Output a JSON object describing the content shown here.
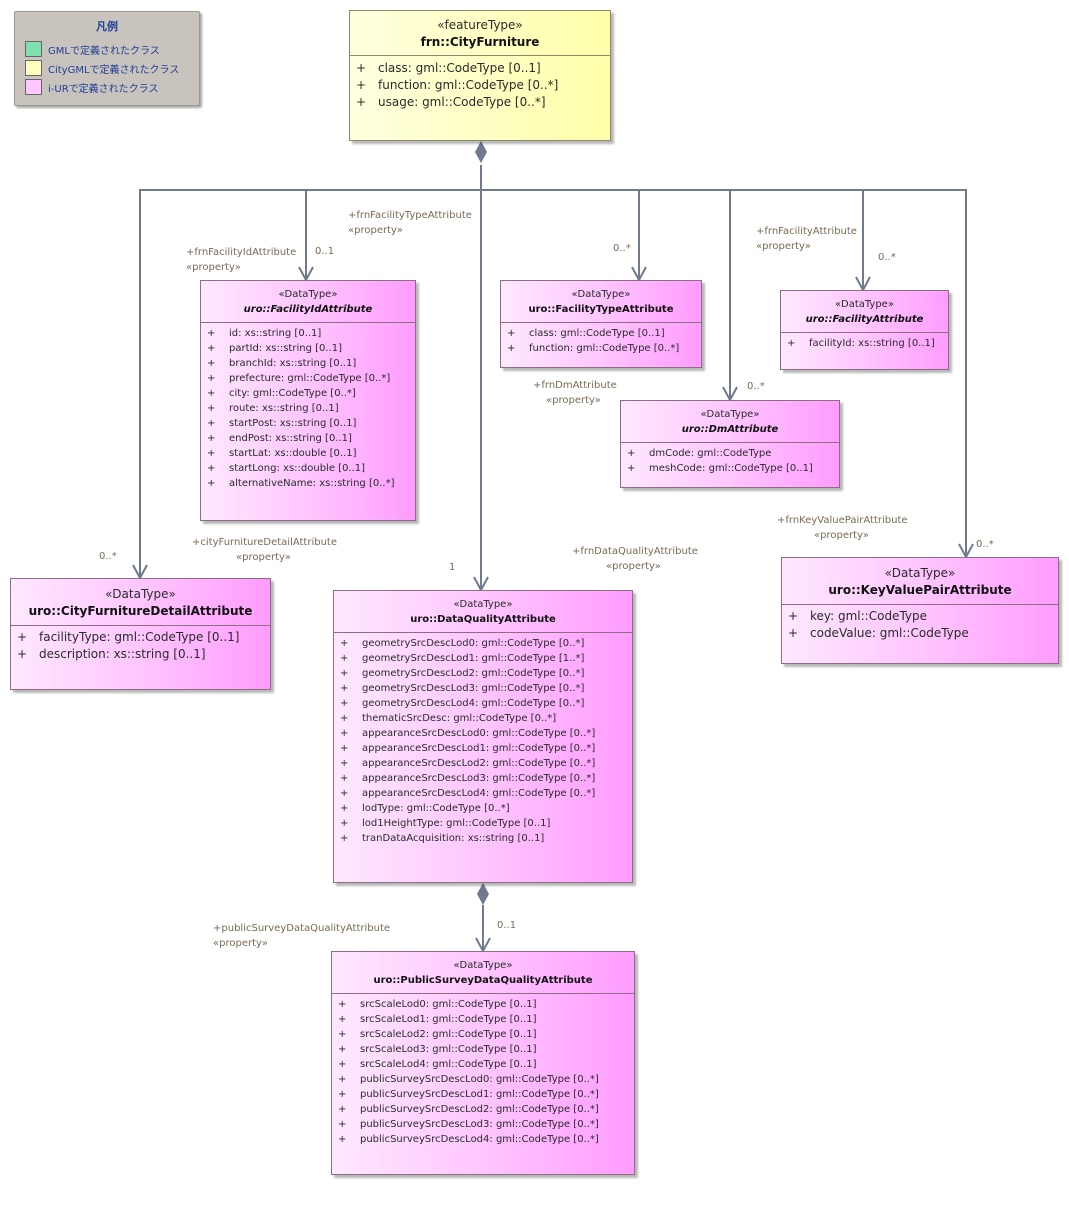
{
  "legend": {
    "title": "凡例",
    "items": [
      {
        "label": "GMLで定義されたクラス",
        "color": "#7fe0b0"
      },
      {
        "label": "CityGMLで定義されたクラス",
        "color": "#ffffc0"
      },
      {
        "label": "i-URで定義されたクラス",
        "color": "#ffc6ff"
      }
    ]
  },
  "classes": {
    "city_furniture": {
      "stereotype": "«featureType»",
      "name": "frn::CityFurniture",
      "attributes": [
        {
          "vis": "+",
          "text": "class: gml::CodeType [0..1]"
        },
        {
          "vis": "+",
          "text": "function: gml::CodeType [0..*]"
        },
        {
          "vis": "+",
          "text": "usage: gml::CodeType [0..*]"
        }
      ]
    },
    "facility_id": {
      "stereotype": "«DataType»",
      "name": "uro::FacilityIdAttribute",
      "attributes": [
        {
          "vis": "+",
          "text": "id: xs::string [0..1]"
        },
        {
          "vis": "+",
          "text": "partId: xs::string [0..1]"
        },
        {
          "vis": "+",
          "text": "branchId: xs::string [0..1]"
        },
        {
          "vis": "+",
          "text": "prefecture: gml::CodeType [0..*]"
        },
        {
          "vis": "+",
          "text": "city: gml::CodeType [0..*]"
        },
        {
          "vis": "+",
          "text": "route: xs::string [0..1]"
        },
        {
          "vis": "+",
          "text": "startPost: xs::string [0..1]"
        },
        {
          "vis": "+",
          "text": "endPost: xs::string [0..1]"
        },
        {
          "vis": "+",
          "text": "startLat: xs::double [0..1]"
        },
        {
          "vis": "+",
          "text": "startLong: xs::double [0..1]"
        },
        {
          "vis": "+",
          "text": "alternativeName: xs::string [0..*]"
        }
      ]
    },
    "facility_type": {
      "stereotype": "«DataType»",
      "name": "uro::FacilityTypeAttribute",
      "attributes": [
        {
          "vis": "+",
          "text": "class: gml::CodeType [0..1]"
        },
        {
          "vis": "+",
          "text": "function: gml::CodeType [0..*]"
        }
      ]
    },
    "facility": {
      "stereotype": "«DataType»",
      "name": "uro::FacilityAttribute",
      "attributes": [
        {
          "vis": "+",
          "text": "facilityId: xs::string [0..1]"
        }
      ]
    },
    "dm": {
      "stereotype": "«DataType»",
      "name": "uro::DmAttribute",
      "attributes": [
        {
          "vis": "+",
          "text": "dmCode: gml::CodeType"
        },
        {
          "vis": "+",
          "text": "meshCode: gml::CodeType [0..1]"
        }
      ]
    },
    "detail": {
      "stereotype": "«DataType»",
      "name": "uro::CityFurnitureDetailAttribute",
      "attributes": [
        {
          "vis": "+",
          "text": "facilityType: gml::CodeType [0..1]"
        },
        {
          "vis": "+",
          "text": "description: xs::string [0..1]"
        }
      ]
    },
    "data_quality": {
      "stereotype": "«DataType»",
      "name": "uro::DataQualityAttribute",
      "attributes": [
        {
          "vis": "+",
          "text": "geometrySrcDescLod0: gml::CodeType [0..*]"
        },
        {
          "vis": "+",
          "text": "geometrySrcDescLod1: gml::CodeType [1..*]"
        },
        {
          "vis": "+",
          "text": "geometrySrcDescLod2: gml::CodeType [0..*]"
        },
        {
          "vis": "+",
          "text": "geometrySrcDescLod3: gml::CodeType [0..*]"
        },
        {
          "vis": "+",
          "text": "geometrySrcDescLod4: gml::CodeType [0..*]"
        },
        {
          "vis": "+",
          "text": "thematicSrcDesc: gml::CodeType [0..*]"
        },
        {
          "vis": "+",
          "text": "appearanceSrcDescLod0: gml::CodeType [0..*]"
        },
        {
          "vis": "+",
          "text": "appearanceSrcDescLod1: gml::CodeType [0..*]"
        },
        {
          "vis": "+",
          "text": "appearanceSrcDescLod2: gml::CodeType [0..*]"
        },
        {
          "vis": "+",
          "text": "appearanceSrcDescLod3: gml::CodeType [0..*]"
        },
        {
          "vis": "+",
          "text": "appearanceSrcDescLod4: gml::CodeType [0..*]"
        },
        {
          "vis": "+",
          "text": "lodType: gml::CodeType [0..*]"
        },
        {
          "vis": "+",
          "text": "lod1HeightType: gml::CodeType [0..1]"
        },
        {
          "vis": "+",
          "text": "tranDataAcquisition: xs::string [0..1]"
        }
      ]
    },
    "key_value": {
      "stereotype": "«DataType»",
      "name": "uro::KeyValuePairAttribute",
      "attributes": [
        {
          "vis": "+",
          "text": "key: gml::CodeType"
        },
        {
          "vis": "+",
          "text": "codeValue: gml::CodeType"
        }
      ]
    },
    "public_survey": {
      "stereotype": "«DataType»",
      "name": "uro::PublicSurveyDataQualityAttribute",
      "attributes": [
        {
          "vis": "+",
          "text": "srcScaleLod0: gml::CodeType [0..1]"
        },
        {
          "vis": "+",
          "text": "srcScaleLod1: gml::CodeType [0..1]"
        },
        {
          "vis": "+",
          "text": "srcScaleLod2: gml::CodeType [0..1]"
        },
        {
          "vis": "+",
          "text": "srcScaleLod3: gml::CodeType [0..1]"
        },
        {
          "vis": "+",
          "text": "srcScaleLod4: gml::CodeType [0..1]"
        },
        {
          "vis": "+",
          "text": "publicSurveySrcDescLod0: gml::CodeType [0..*]"
        },
        {
          "vis": "+",
          "text": "publicSurveySrcDescLod1: gml::CodeType [0..*]"
        },
        {
          "vis": "+",
          "text": "publicSurveySrcDescLod2: gml::CodeType [0..*]"
        },
        {
          "vis": "+",
          "text": "publicSurveySrcDescLod3: gml::CodeType [0..*]"
        },
        {
          "vis": "+",
          "text": "publicSurveySrcDescLod4: gml::CodeType [0..*]"
        }
      ]
    }
  },
  "roles": {
    "facility_id": {
      "name": "+frnFacilityIdAttribute",
      "stereo": "«property»",
      "mult": "0..1"
    },
    "facility_type": {
      "name": "+frnFacilityTypeAttribute",
      "stereo": "«property»",
      "mult": "0..*"
    },
    "facility": {
      "name": "+frnFacilityAttribute",
      "stereo": "«property»",
      "mult": "0..*"
    },
    "dm": {
      "name": "+frnDmAttribute",
      "stereo": "«property»",
      "mult": "0..*"
    },
    "detail": {
      "name": "+cityFurnitureDetailAttribute",
      "stereo": "«property»",
      "mult": "0..*"
    },
    "data_quality": {
      "name": "+frnDataQualityAttribute",
      "stereo": "«property»",
      "mult": "1"
    },
    "key_value": {
      "name": "+frnKeyValuePairAttribute",
      "stereo": "«property»",
      "mult": "0..*"
    },
    "public_survey": {
      "name": "+publicSurveyDataQualityAttribute",
      "stereo": "«property»",
      "mult": "0..1"
    }
  }
}
